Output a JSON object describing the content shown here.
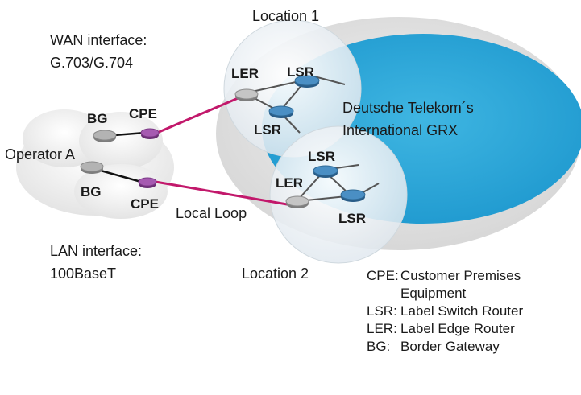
{
  "title_wan": "WAN interface:",
  "wan_standard": "G.703/G.704",
  "title_lan": "LAN interface:",
  "lan_standard": "100BaseT",
  "location1": "Location 1",
  "location2": "Location 2",
  "operator": "Operator A",
  "network_line1": "Deutsche Telekom´s",
  "network_line2": "International GRX",
  "local_loop": "Local Loop",
  "node_labels": {
    "bg_top": "BG",
    "bg_bottom": "BG",
    "cpe_top": "CPE",
    "cpe_bottom": "CPE",
    "ler_top": "LER",
    "ler_bottom": "LER",
    "lsr_top_right": "LSR",
    "lsr_top_left": "LSR",
    "lsr_bottom_top": "LSR",
    "lsr_bottom_bottom": "LSR"
  },
  "legend": [
    {
      "abbr": "CPE:",
      "text": "Customer Premises",
      "cont": "Equipment"
    },
    {
      "abbr": "LSR:",
      "text": "Label Switch Router"
    },
    {
      "abbr": "LER:",
      "text": "Label Edge Router"
    },
    {
      "abbr": "BG:",
      "text": "Border Gateway"
    }
  ],
  "colors": {
    "outer_ellipse": "#dcdcdc",
    "grx_core": "#2ea8d8",
    "location_bubble": "#eaf3f8",
    "link_magenta": "#c2186b",
    "router_blue": "#3a7fb8",
    "router_gray": "#a7a7a7",
    "cpe_purple": "#9b4fa6"
  }
}
